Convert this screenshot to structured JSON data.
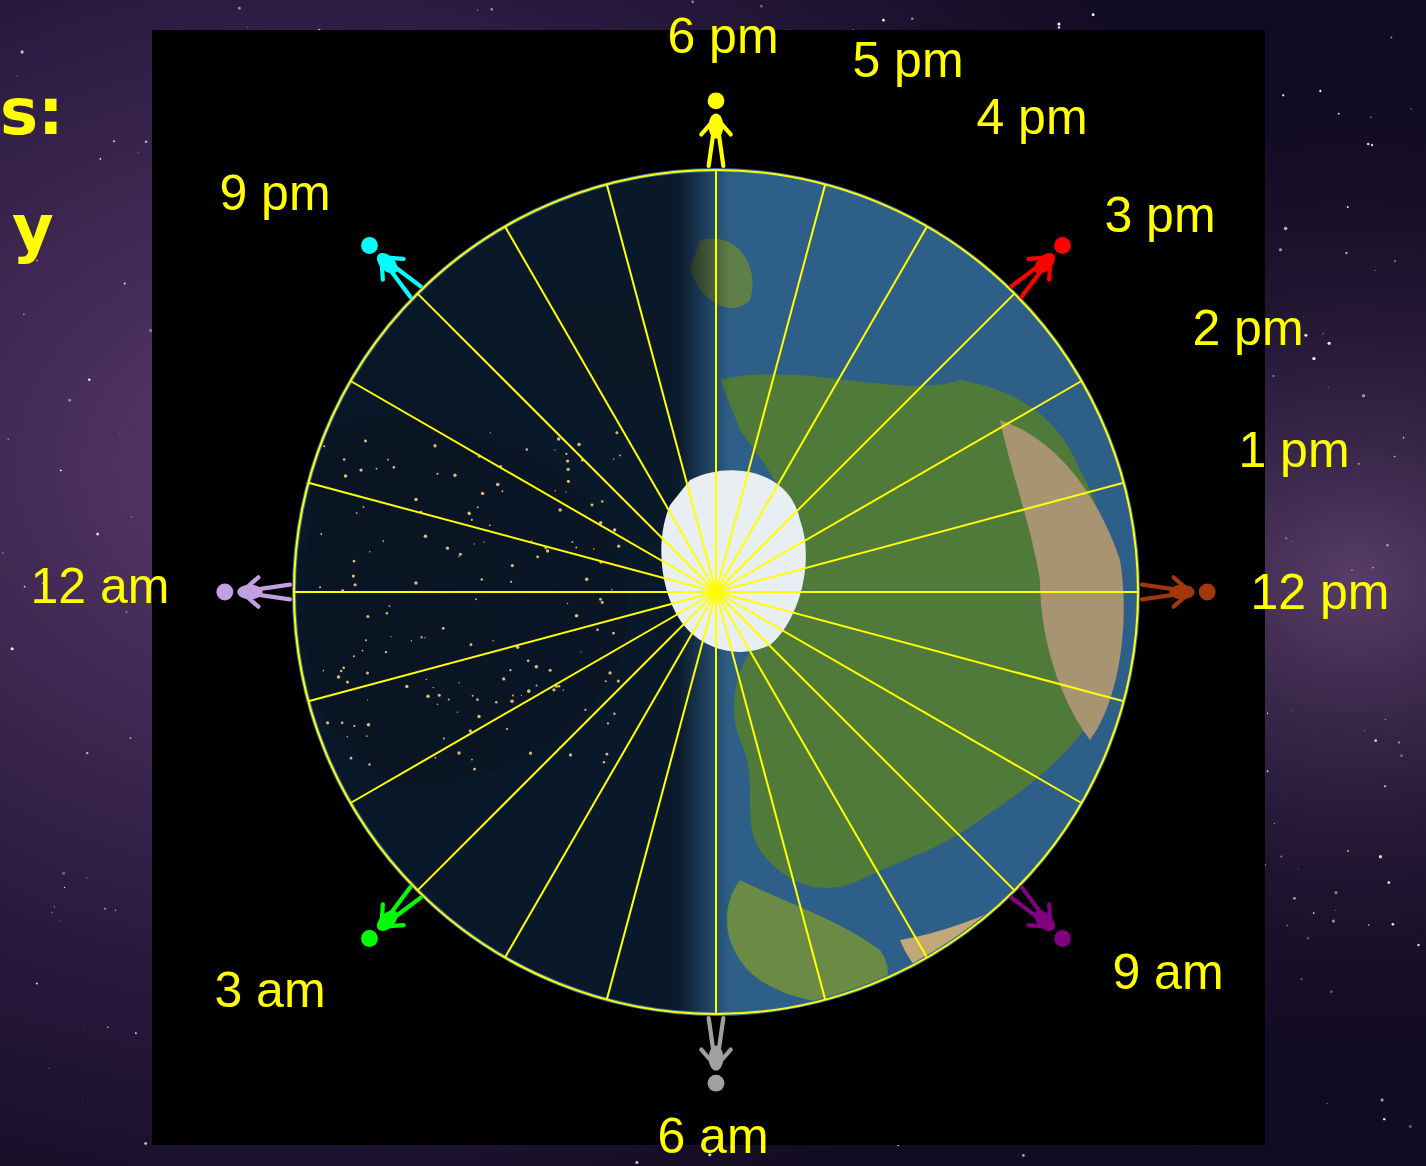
{
  "diagram": {
    "labels": [
      "s:",
      "y",
      "6 pm",
      "5 pm",
      "4 pm",
      "3 pm",
      "2 pm",
      "1 pm",
      "12 pm",
      "9 am",
      "6 am",
      "3 am",
      "12 am",
      "9 pm"
    ]
  }
}
